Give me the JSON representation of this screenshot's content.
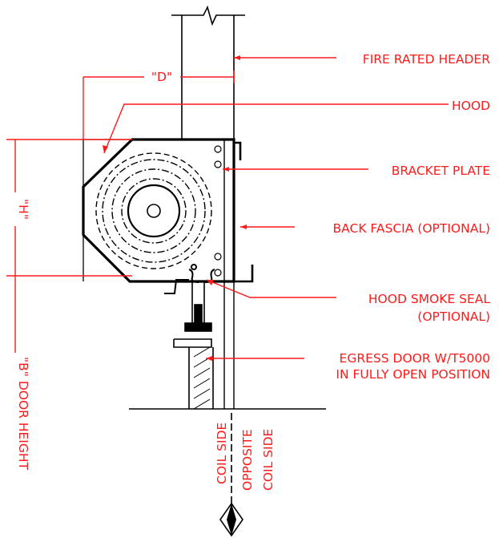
{
  "title": "",
  "colors": {
    "annotation": "#ff1a1a",
    "linework": "#000000",
    "background": "#ffffff"
  },
  "callouts": {
    "fire_rated_header": "FIRE RATED HEADER",
    "hood": "HOOD",
    "bracket_plate": "BRACKET PLATE",
    "back_fascia": "BACK FASCIA (OPTIONAL)",
    "hood_smoke_seal_line1": "HOOD SMOKE SEAL",
    "hood_smoke_seal_line2": "(OPTIONAL)",
    "egress_door_line1": "EGRESS DOOR W/T5000",
    "egress_door_line2": "IN FULLY OPEN POSITION"
  },
  "dimensions": {
    "d": "\"D\"",
    "h": "\"H\"",
    "b_door_height": "\"B\" DOOR HEIGHT"
  },
  "sides": {
    "coil_side": "COIL SIDE",
    "opposite_line1": "OPPOSITE",
    "opposite_line2": "COIL SIDE"
  },
  "icons": [
    "centerline-diamond-icon",
    "break-mark-icon"
  ]
}
